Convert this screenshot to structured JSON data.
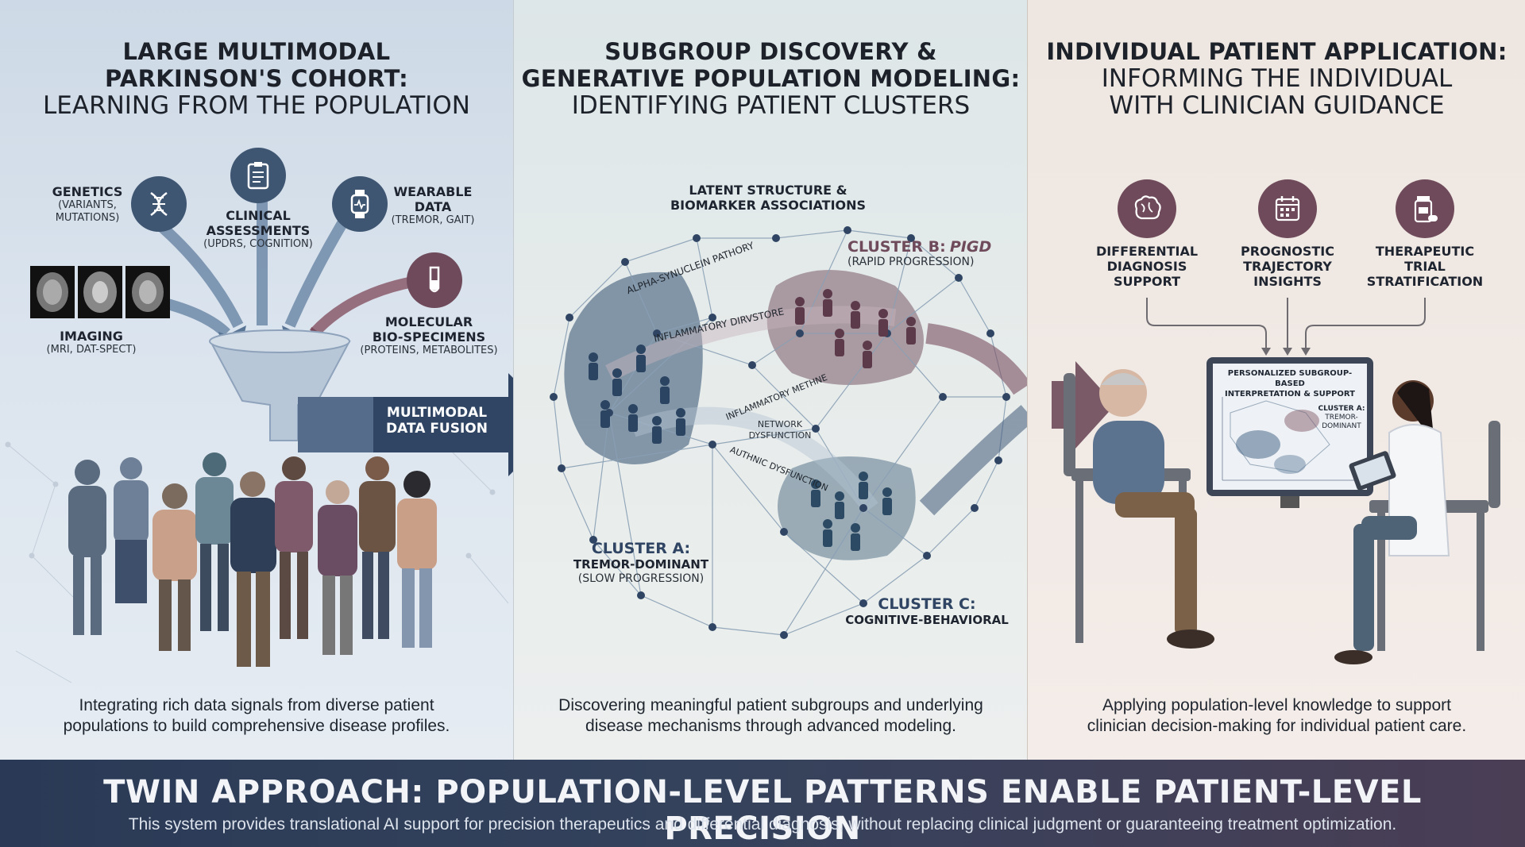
{
  "panel1": {
    "title_bold": [
      "LARGE MULTIMODAL",
      "PARKINSON'S COHORT:"
    ],
    "title_normal": "LEARNING FROM THE POPULATION",
    "genetics": {
      "head": "GENETICS",
      "sub": [
        "(VARIANTS,",
        "MUTATIONS)"
      ]
    },
    "clinical": {
      "head": [
        "CLINICAL",
        "ASSESSMENTS"
      ],
      "sub": "(UPDRS, COGNITION)"
    },
    "wearable": {
      "head": [
        "WEARABLE",
        "DATA"
      ],
      "sub": "(TREMOR, GAIT)"
    },
    "imaging": {
      "head": "IMAGING",
      "sub": "(MRI, DAT-SPECT)"
    },
    "molecular": {
      "head": [
        "MOLECULAR",
        "BIO-SPECIMENS"
      ],
      "sub": "(PROTEINS, METABOLITES)"
    },
    "fusion": [
      "MULTIMODAL",
      "DATA FUSION"
    ],
    "caption": [
      "Integrating rich data signals from diverse patient",
      "populations to build comprehensive disease profiles."
    ]
  },
  "panel2": {
    "title_bold": [
      "SUBGROUP DISCOVERY &",
      "GENERATIVE POPULATION MODELING:"
    ],
    "title_normal": "IDENTIFYING PATIENT CLUSTERS",
    "latent": [
      "LATENT STRUCTURE &",
      "BIOMARKER ASSOCIATIONS"
    ],
    "cluster_b": {
      "name": "CLUSTER B:",
      "type": "PIGD",
      "sub": "(RAPID PROGRESSION)"
    },
    "cluster_a": {
      "name": "CLUSTER A:",
      "type": "TREMOR-DOMINANT",
      "sub": "(SLOW PROGRESSION)"
    },
    "cluster_c": {
      "name": "CLUSTER C:",
      "type": "COGNITIVE-BEHAVIORAL"
    },
    "pathways": [
      "ALPHA-SYNUCLEIN PATHORY",
      "INFLAMMATORY DIRVSTORE",
      "INFLAMMATORY METHNE",
      "AUTHNIC DYSFUNCTION"
    ],
    "network": [
      "NETWORK",
      "DYSFUNCTION"
    ],
    "caption": [
      "Discovering meaningful patient subgroups and underlying",
      "disease mechanisms through advanced modeling."
    ]
  },
  "panel3": {
    "title_bold": "INDIVIDUAL PATIENT APPLICATION:",
    "title_normal": [
      "INFORMING THE INDIVIDUAL",
      "WITH CLINICIAN GUIDANCE"
    ],
    "items": [
      {
        "label": [
          "DIFFERENTIAL",
          "DIAGNOSIS",
          "SUPPORT"
        ],
        "icon": "brain-icon"
      },
      {
        "label": [
          "PROGNOSTIC",
          "TRAJECTORY",
          "INSIGHTS"
        ],
        "icon": "calendar-icon"
      },
      {
        "label": [
          "THERAPEUTIC",
          "TRIAL",
          "STRATIFICATION"
        ],
        "icon": "pill-bottle-icon"
      }
    ],
    "screen_title": [
      "PERSONALIZED SUBGROUP-BASED",
      "INTERPRETATION & SUPPORT"
    ],
    "screen_cluster": [
      "CLUSTER A:",
      "TREMOR-",
      "DOMINANT"
    ],
    "caption": [
      "Applying population-level knowledge to support",
      "clinician decision-making for individual patient care."
    ]
  },
  "footer": {
    "title": "TWIN APPROACH: POPULATION-LEVEL PATTERNS ENABLE PATIENT-LEVEL PRECISION",
    "subtitle": "This system provides translational AI support for precision therapeutics and differential diagnosis, without replacing clinical judgment or guaranteeing treatment optimization."
  },
  "colors": {
    "navy": "#2f4563",
    "mauve": "#6e4a5a",
    "icon_bg": "#3f5672",
    "footer": "#2a3a56"
  }
}
